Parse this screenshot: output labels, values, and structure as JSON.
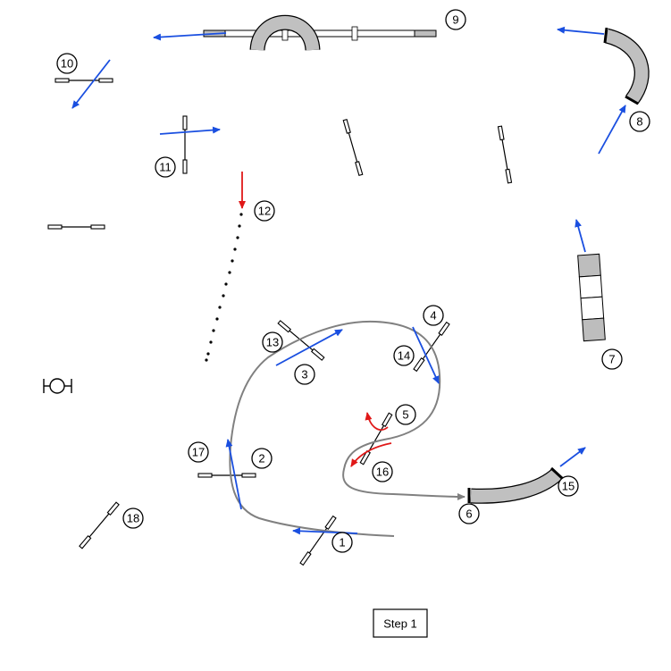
{
  "course": {
    "step_label": "Step 1",
    "colors": {
      "blue_arrow": "#1a4fe0",
      "red_arrow": "#e01818",
      "dog_path": "#808080",
      "tunnel": "#c0c0c0"
    },
    "numbers": [
      "1",
      "2",
      "3",
      "4",
      "5",
      "6",
      "7",
      "8",
      "9",
      "10",
      "11",
      "12",
      "13",
      "14",
      "15",
      "16",
      "17",
      "18"
    ],
    "icons": [
      "jump-icon",
      "tunnel-icon",
      "dogwalk-icon",
      "weave-poles-icon",
      "table-icon",
      "tire-icon",
      "start-arrow-icon"
    ]
  }
}
